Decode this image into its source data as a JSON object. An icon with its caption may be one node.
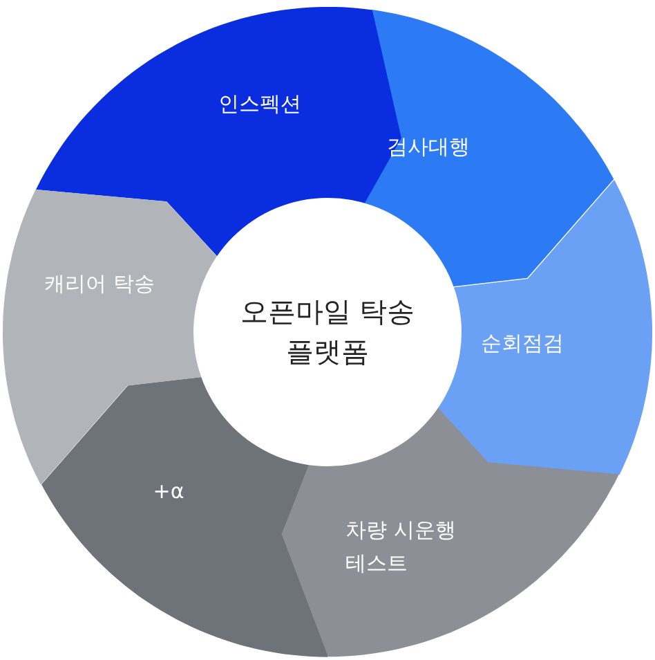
{
  "diagram": {
    "nodes": [
      {
        "text": [
          "오픈마일 탁송 플랫폼"
        ]
      },
      {
        "text": [
          "인스펙션"
        ]
      },
      {
        "text": [
          "검사대행"
        ]
      },
      {
        "text": [
          "순회점검"
        ]
      },
      {
        "text": [
          "차량 시운행 테스트"
        ]
      },
      {
        "text": [
          "+α"
        ]
      },
      {
        "text": [
          "캐리어 탁송"
        ]
      }
    ],
    "edges": []
  }
}
